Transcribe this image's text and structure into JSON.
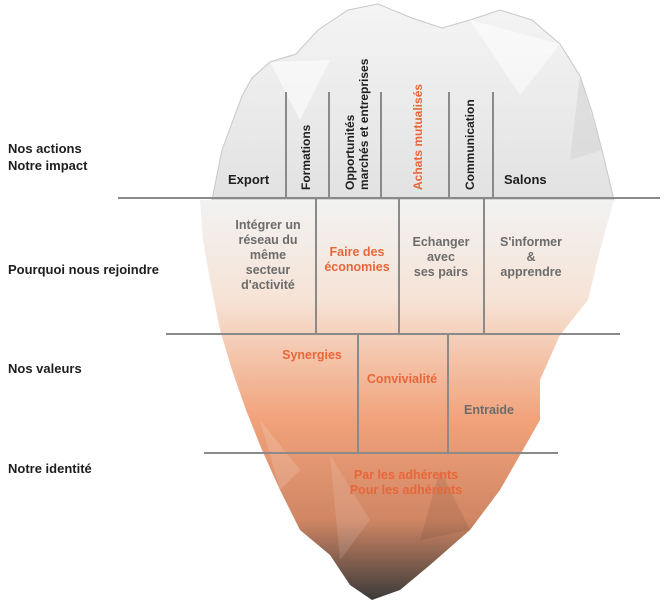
{
  "rows": {
    "actions": [
      "Nos actions",
      "Notre impact"
    ],
    "why": "Pourquoi nous rejoindre",
    "values": "Nos valeurs",
    "identity": "Notre identité"
  },
  "actions": {
    "export": "Export",
    "formations": "Formations",
    "opportunites": [
      "Opportunités",
      "marchés et entreprises"
    ],
    "achats": "Achats mutualisés",
    "communication": "Communication",
    "salons": "Salons"
  },
  "why": {
    "reseau": [
      "Intégrer un",
      "réseau du",
      "même",
      "secteur",
      "d'activité"
    ],
    "economies": [
      "Faire des",
      "économies"
    ],
    "echanger": [
      "Echanger",
      "avec",
      "ses pairs"
    ],
    "informer": [
      "S'informer",
      "&",
      "apprendre"
    ]
  },
  "values": {
    "synergies": "Synergies",
    "convivialite": "Convivialité",
    "entraide": "Entraide"
  },
  "identity": [
    "Par les adhérents",
    "Pour les adhérents"
  ],
  "colors": {
    "accent": "#e8663a",
    "text_dark": "#1e1e1e",
    "text_gray": "#6c6c6c",
    "lines": "#8a8a8a"
  }
}
